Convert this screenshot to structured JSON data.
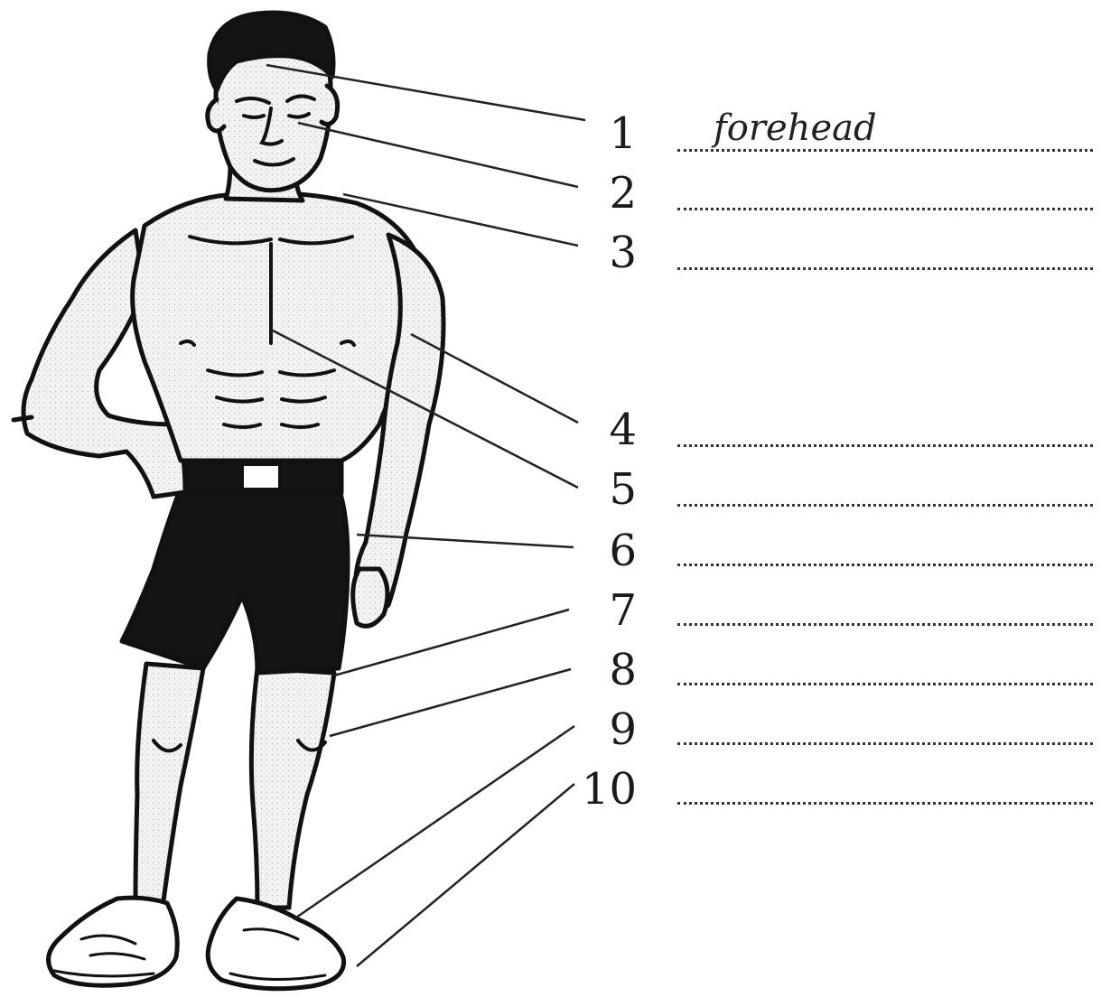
{
  "exercise": {
    "items": [
      {
        "number": "1",
        "answer": "forehead"
      },
      {
        "number": "2",
        "answer": ""
      },
      {
        "number": "3",
        "answer": ""
      },
      {
        "number": "4",
        "answer": ""
      },
      {
        "number": "5",
        "answer": ""
      },
      {
        "number": "6",
        "answer": ""
      },
      {
        "number": "7",
        "answer": ""
      },
      {
        "number": "8",
        "answer": ""
      },
      {
        "number": "9",
        "answer": ""
      },
      {
        "number": "10",
        "answer": ""
      }
    ]
  },
  "colors": {
    "ink": "#1a1a1a",
    "skin_shading": "#e6e6e6",
    "shorts": "#141414"
  }
}
